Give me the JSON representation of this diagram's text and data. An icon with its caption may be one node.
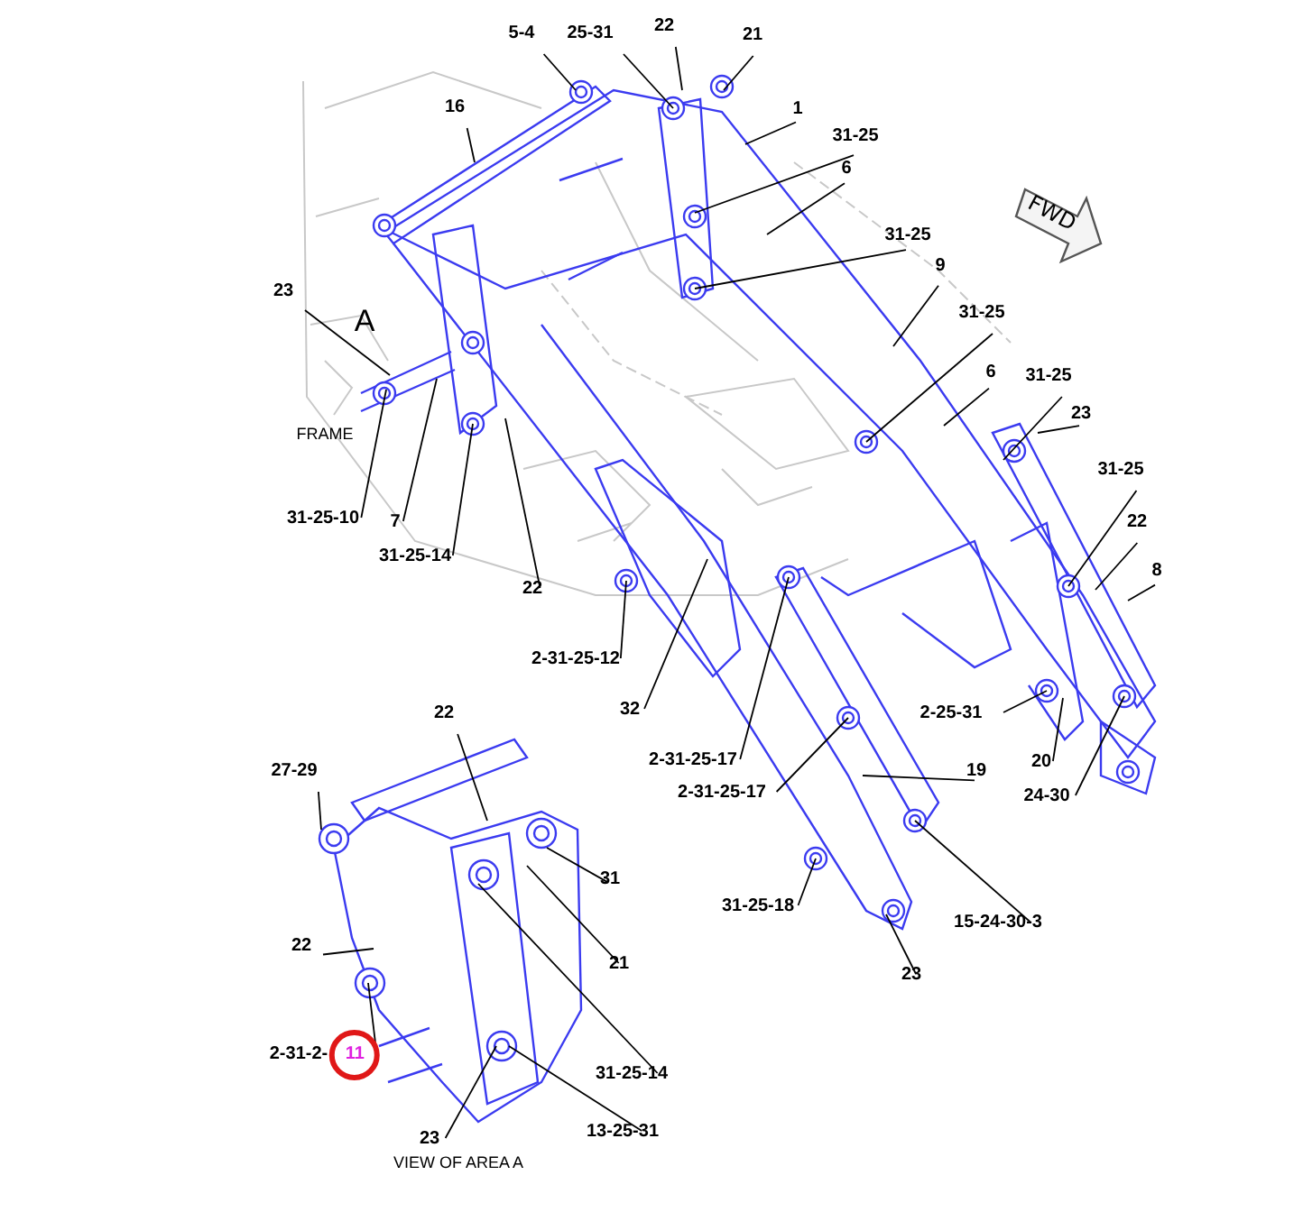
{
  "diagram": {
    "nodes": [
      {
        "text": [
          "5-4"
        ]
      },
      {
        "text": [
          "25-31"
        ]
      },
      {
        "text": [
          "22"
        ]
      },
      {
        "text": [
          "21"
        ]
      },
      {
        "text": [
          "16"
        ]
      },
      {
        "text": [
          "1"
        ]
      },
      {
        "text": [
          "31-25"
        ]
      },
      {
        "text": [
          "6"
        ]
      },
      {
        "text": [
          "31-25"
        ]
      },
      {
        "text": [
          "9"
        ]
      },
      {
        "text": [
          "31-25"
        ]
      },
      {
        "text": [
          "23"
        ]
      },
      {
        "text": [
          "6"
        ]
      },
      {
        "text": [
          "31-25"
        ]
      },
      {
        "text": [
          "23"
        ]
      },
      {
        "text": [
          "31-25"
        ]
      },
      {
        "text": [
          "22"
        ]
      },
      {
        "text": [
          "8"
        ]
      },
      {
        "text": [
          "31-25-10"
        ]
      },
      {
        "text": [
          "7"
        ]
      },
      {
        "text": [
          "31-25-14"
        ]
      },
      {
        "text": [
          "22"
        ]
      },
      {
        "text": [
          "2-31-25-12"
        ]
      },
      {
        "text": [
          "32"
        ]
      },
      {
        "text": [
          "2-31-25-17"
        ]
      },
      {
        "text": [
          "2-25-31"
        ]
      },
      {
        "text": [
          "20"
        ]
      },
      {
        "text": [
          "24-30"
        ]
      },
      {
        "text": [
          "19"
        ]
      },
      {
        "text": [
          "2-31-25-17"
        ]
      },
      {
        "text": [
          "27-29"
        ]
      },
      {
        "text": [
          "22"
        ]
      },
      {
        "text": [
          "31"
        ]
      },
      {
        "text": [
          "31-25-18"
        ]
      },
      {
        "text": [
          "15-24-30-3"
        ]
      },
      {
        "text": [
          "22"
        ]
      },
      {
        "text": [
          "21"
        ]
      },
      {
        "text": [
          "23"
        ]
      },
      {
        "text": [
          "2-31-2-",
          "11"
        ]
      },
      {
        "text": [
          "31-25-14"
        ]
      },
      {
        "text": [
          "23"
        ]
      },
      {
        "text": [
          "13-25-31"
        ]
      }
    ],
    "edges": [
      {
        "from": 0,
        "to": null,
        "arrow": "none"
      },
      {
        "from": 1,
        "to": null,
        "arrow": "none"
      },
      {
        "from": 2,
        "to": null,
        "arrow": "none"
      },
      {
        "from": 3,
        "to": null,
        "arrow": "none"
      },
      {
        "from": 4,
        "to": null,
        "arrow": "none"
      },
      {
        "from": 5,
        "to": null,
        "arrow": "none"
      },
      {
        "from": 6,
        "to": null,
        "arrow": "none"
      },
      {
        "from": 7,
        "to": null,
        "arrow": "none"
      },
      {
        "from": 8,
        "to": null,
        "arrow": "none"
      },
      {
        "from": 9,
        "to": null,
        "arrow": "none"
      },
      {
        "from": 10,
        "to": null,
        "arrow": "none"
      },
      {
        "from": 11,
        "to": null,
        "arrow": "none"
      },
      {
        "from": 12,
        "to": null,
        "arrow": "none"
      },
      {
        "from": 13,
        "to": null,
        "arrow": "none"
      },
      {
        "from": 14,
        "to": null,
        "arrow": "none"
      },
      {
        "from": 15,
        "to": null,
        "arrow": "none"
      },
      {
        "from": 16,
        "to": null,
        "arrow": "none"
      },
      {
        "from": 17,
        "to": null,
        "arrow": "none"
      },
      {
        "from": 18,
        "to": null,
        "arrow": "none"
      },
      {
        "from": 19,
        "to": null,
        "arrow": "none"
      },
      {
        "from": 20,
        "to": null,
        "arrow": "none"
      },
      {
        "from": 21,
        "to": null,
        "arrow": "none"
      },
      {
        "from": 22,
        "to": null,
        "arrow": "none"
      },
      {
        "from": 23,
        "to": null,
        "arrow": "none"
      },
      {
        "from": 24,
        "to": null,
        "arrow": "none"
      },
      {
        "from": 25,
        "to": null,
        "arrow": "none"
      },
      {
        "from": 26,
        "to": null,
        "arrow": "none"
      },
      {
        "from": 27,
        "to": null,
        "arrow": "none"
      },
      {
        "from": 28,
        "to": null,
        "arrow": "none"
      },
      {
        "from": 29,
        "to": null,
        "arrow": "none"
      },
      {
        "from": 30,
        "to": null,
        "arrow": "none"
      },
      {
        "from": 31,
        "to": null,
        "arrow": "none"
      },
      {
        "from": 32,
        "to": null,
        "arrow": "none"
      },
      {
        "from": 33,
        "to": null,
        "arrow": "none"
      },
      {
        "from": 34,
        "to": null,
        "arrow": "none"
      },
      {
        "from": 35,
        "to": null,
        "arrow": "none"
      },
      {
        "from": 36,
        "to": null,
        "arrow": "none"
      },
      {
        "from": 37,
        "to": null,
        "arrow": "none"
      },
      {
        "from": 38,
        "to": null,
        "arrow": "none"
      },
      {
        "from": 39,
        "to": null,
        "arrow": "none"
      },
      {
        "from": 40,
        "to": null,
        "arrow": "none"
      },
      {
        "from": 41,
        "to": null,
        "arrow": "none"
      }
    ],
    "labels": [
      "FWD",
      "A",
      "FRAME",
      "VIEW OF AREA A"
    ]
  }
}
